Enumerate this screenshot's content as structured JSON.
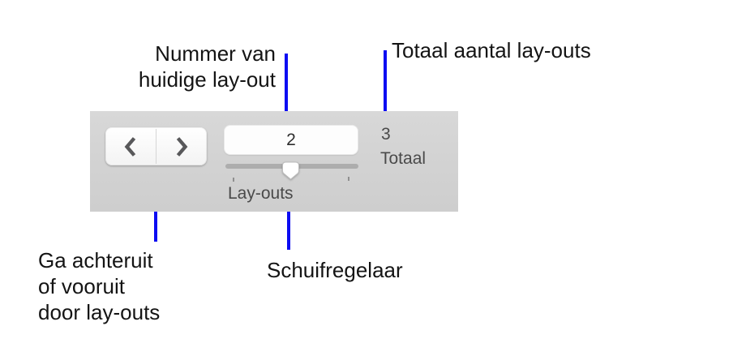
{
  "annotations": {
    "current_layout_number": {
      "lines": [
        "Nummer van",
        "huidige lay-out"
      ]
    },
    "total_layouts": {
      "label": "Totaal aantal lay-outs"
    },
    "back_forward": {
      "lines": [
        "Ga achteruit",
        "of vooruit",
        "door lay-outs"
      ]
    },
    "slider": {
      "label": "Schuifregelaar"
    }
  },
  "toolbar": {
    "back_button": {
      "icon": "chevron-left-icon"
    },
    "forward_button": {
      "icon": "chevron-right-icon"
    },
    "layout_number_field": {
      "value": "2"
    },
    "layout_slider": {
      "label": "Lay-outs"
    },
    "total": {
      "count": "3",
      "label": "Totaal"
    }
  },
  "colors": {
    "callout_blue": "#0c0cf2",
    "toolbar_background": "#d3d3d3",
    "toolbar_text": "#4a4a4a",
    "field_text": "#2d2d2d",
    "annotation_text": "#141414",
    "chevron": "#58585a",
    "slider_track": "#adadad"
  }
}
